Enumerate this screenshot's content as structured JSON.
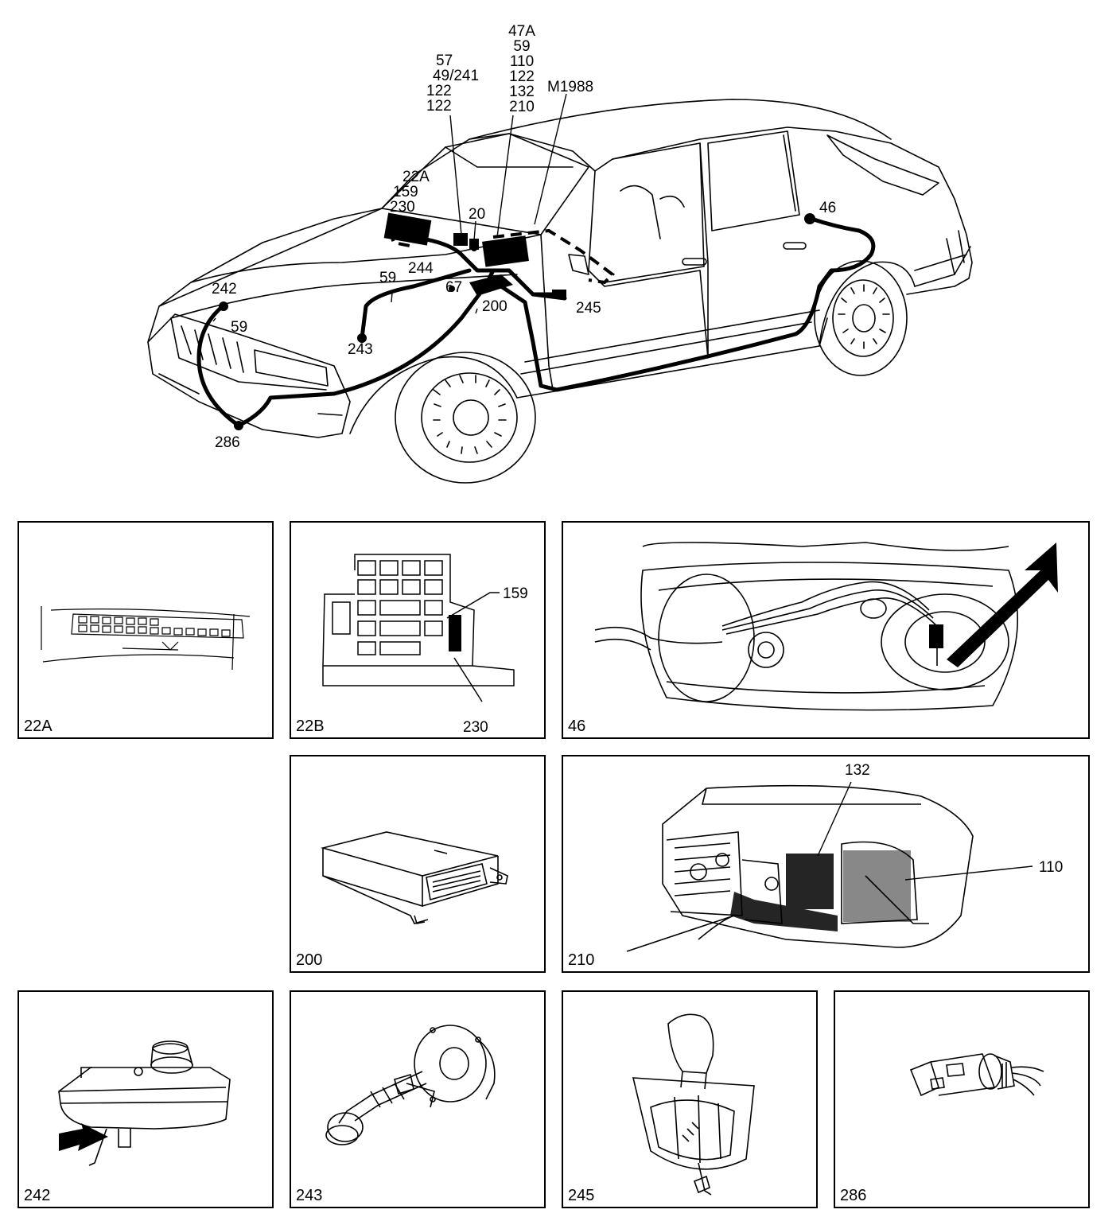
{
  "overview": {
    "stack_47a": [
      "47A",
      "59",
      "110",
      "122",
      "132",
      "210"
    ],
    "stack_57": [
      "57",
      "49/241",
      "122",
      "122"
    ],
    "label_m1988": "M1988",
    "stack_22a": [
      "22A",
      "159",
      "230"
    ],
    "label_20": "20",
    "label_46": "46",
    "label_242": "242",
    "label_59_front": "59",
    "label_59_mid": "59",
    "label_244": "244",
    "label_67": "67",
    "label_200": "200",
    "label_245": "245",
    "label_243": "243",
    "label_286": "286"
  },
  "panels": {
    "p22a": {
      "id": "22A"
    },
    "p22b": {
      "id": "22B",
      "callout_159": "159",
      "callout_230": "230"
    },
    "p46": {
      "id": "46"
    },
    "p200": {
      "id": "200"
    },
    "p210": {
      "id": "210",
      "callout_132": "132",
      "callout_110": "110"
    },
    "p242": {
      "id": "242"
    },
    "p243": {
      "id": "243"
    },
    "p245": {
      "id": "245"
    },
    "p286": {
      "id": "286"
    }
  }
}
